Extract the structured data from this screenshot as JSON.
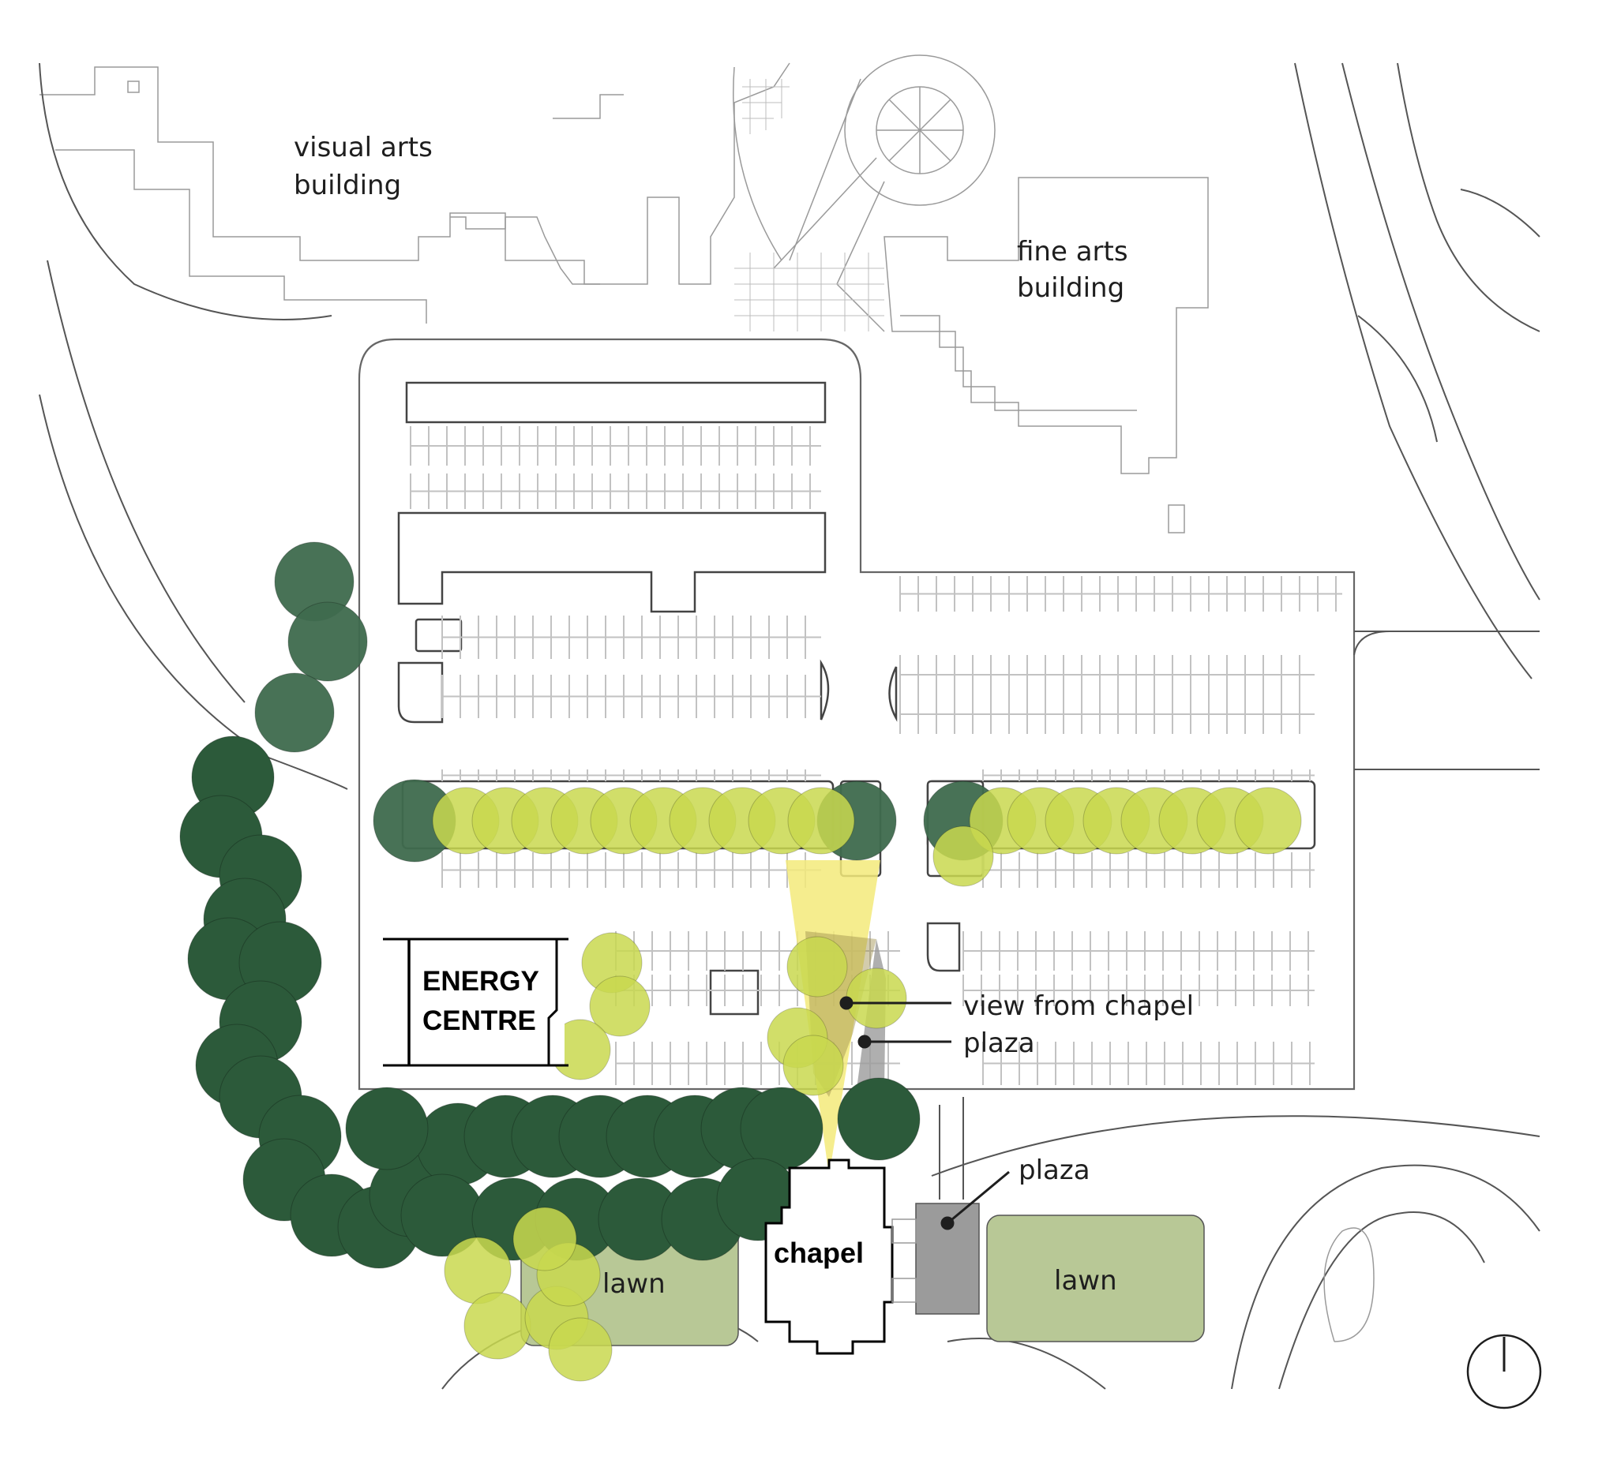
{
  "labels": {
    "visual_arts": [
      "visual arts",
      "building"
    ],
    "fine_arts": [
      "fine arts",
      "building"
    ],
    "energy_centre": [
      "ENERGY",
      "CENTRE"
    ],
    "view_from_chapel": "view from chapel",
    "plaza_upper": "plaza",
    "plaza_lower": "plaza",
    "chapel": "chapel",
    "lawn_west": "lawn",
    "lawn_east": "lawn"
  },
  "colors": {
    "dark_tree": "#2c5a3a",
    "mid_tree": "#3f6b4e",
    "light_tree": "#c9d94f",
    "lawn": "#b8c896",
    "lawn_overlap": "#8faa4f",
    "view_cone": "#f3ea7a",
    "plaza": "#9b9b9b",
    "linework": "#555555"
  },
  "north_arrow": {
    "icon": "north-arrow-icon"
  }
}
